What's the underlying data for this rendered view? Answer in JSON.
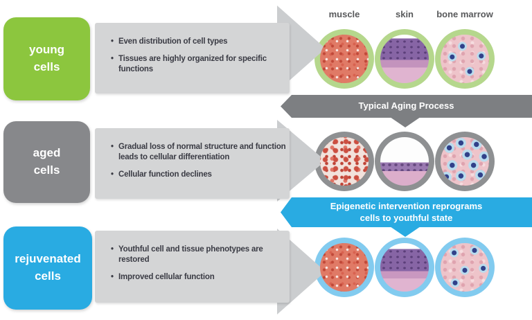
{
  "palette": {
    "green": "#8CC63E",
    "gray": "#87888B",
    "blue": "#29ABE2",
    "panel": "#D4D5D6",
    "arrow": "#CBCDCF",
    "bannerGray": "#7D7F82",
    "ink": "#3A3B44",
    "label": "#58595B",
    "ringGreen": "#B5D78C",
    "ringGray": "#8E9092",
    "ringBlue": "#82CBEF",
    "nucleus": "#31418A",
    "halo": "#B9DCEE"
  },
  "columns": [
    "muscle",
    "skin",
    "bone marrow"
  ],
  "rows": [
    {
      "id": "young",
      "box_label": "young\ncells",
      "bullets": [
        "Even distribution of cell types",
        "Tissues are highly organized for specific functions"
      ],
      "tissues": [
        "muscle",
        "skin",
        "bone marrow"
      ]
    },
    {
      "id": "aged",
      "box_label": "aged\ncells",
      "bullets": [
        "Gradual loss of normal structure and function leads to cellular differentiation",
        "Cellular function declines"
      ],
      "tissues": [
        "muscle",
        "skin",
        "bone marrow"
      ]
    },
    {
      "id": "rejuvenated",
      "box_label": "rejuvenated\ncells",
      "bullets": [
        "Youthful cell and tissue phenotypes are restored",
        "Improved cellular function"
      ],
      "tissues": [
        "muscle",
        "skin",
        "bone marrow"
      ]
    }
  ],
  "banners": [
    {
      "id": "aging",
      "text": "Typical Aging Process"
    },
    {
      "id": "intervention",
      "text": "Epigenetic intervention reprograms\ncells to youthful state"
    }
  ]
}
